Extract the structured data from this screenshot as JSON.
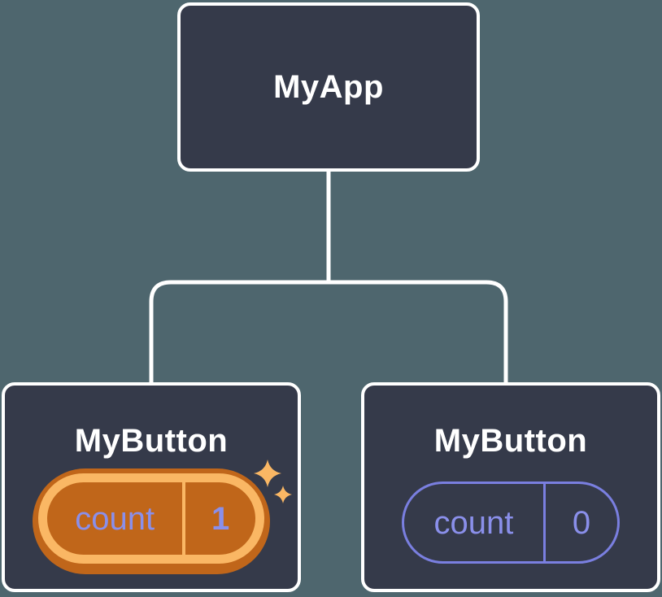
{
  "tree": {
    "root": {
      "label": "MyApp"
    },
    "children": [
      {
        "label": "MyButton",
        "state": {
          "name": "count",
          "value": "1"
        },
        "highlighted": true
      },
      {
        "label": "MyButton",
        "state": {
          "name": "count",
          "value": "0"
        },
        "highlighted": false
      }
    ]
  },
  "icons": {
    "sparkles": "sparkles-icon"
  },
  "colors": {
    "bg": "#4E666E",
    "node-fill": "#353A4A",
    "node-border": "#FFFFFF",
    "title-text": "#FFFFFF",
    "state-text": "#8A8FEA",
    "state-border": "#7A7FE0",
    "highlight": "#FAB764",
    "highlight-dark": "#C0661A"
  }
}
